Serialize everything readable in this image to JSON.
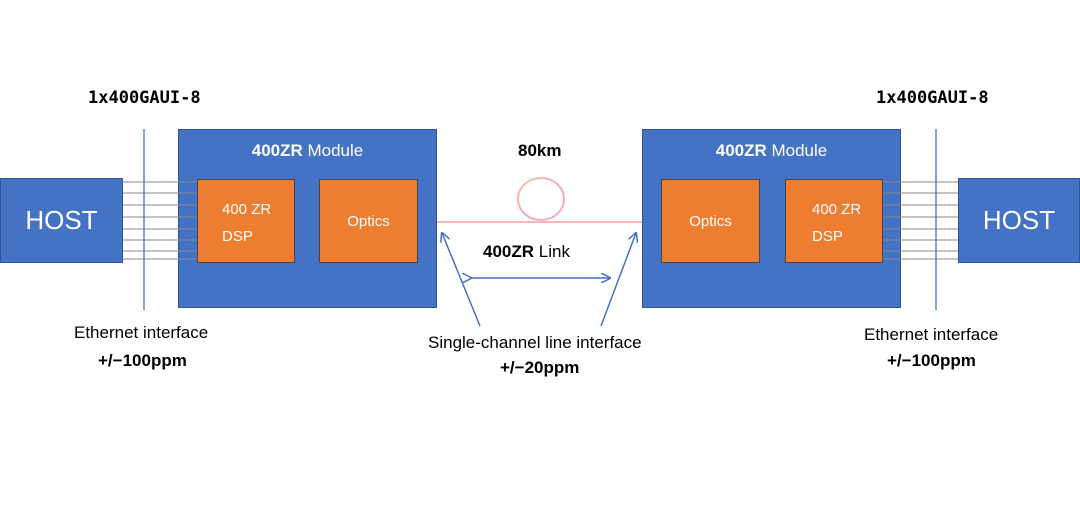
{
  "left": {
    "top_label": "1x400GAUI-8",
    "host_label": "HOST",
    "module_title_bold": "400ZR",
    "module_title_rest": " Module",
    "dsp_line1": "400 ZR",
    "dsp_line2": "DSP",
    "optics_label": "Optics",
    "interface_label": "Ethernet interface",
    "ppm_label": "+/−100ppm"
  },
  "right": {
    "top_label": "1x400GAUI-8",
    "host_label": "HOST",
    "module_title_bold": "400ZR",
    "module_title_rest": " Module",
    "dsp_line1": "400 ZR",
    "dsp_line2": "DSP",
    "optics_label": "Optics",
    "interface_label": "Ethernet interface",
    "ppm_label": "+/−100ppm"
  },
  "link": {
    "distance_label": "80km",
    "link_label_bold": "400ZR",
    "link_label_rest": " Link",
    "line_interface_label": "Single-channel line interface",
    "line_ppm_label": "+/−20ppm"
  },
  "colors": {
    "module_blue": "#4472c4",
    "component_orange": "#ed7d31",
    "fiber_pink": "#f4b8b8",
    "arrow_blue": "#4472c4"
  }
}
